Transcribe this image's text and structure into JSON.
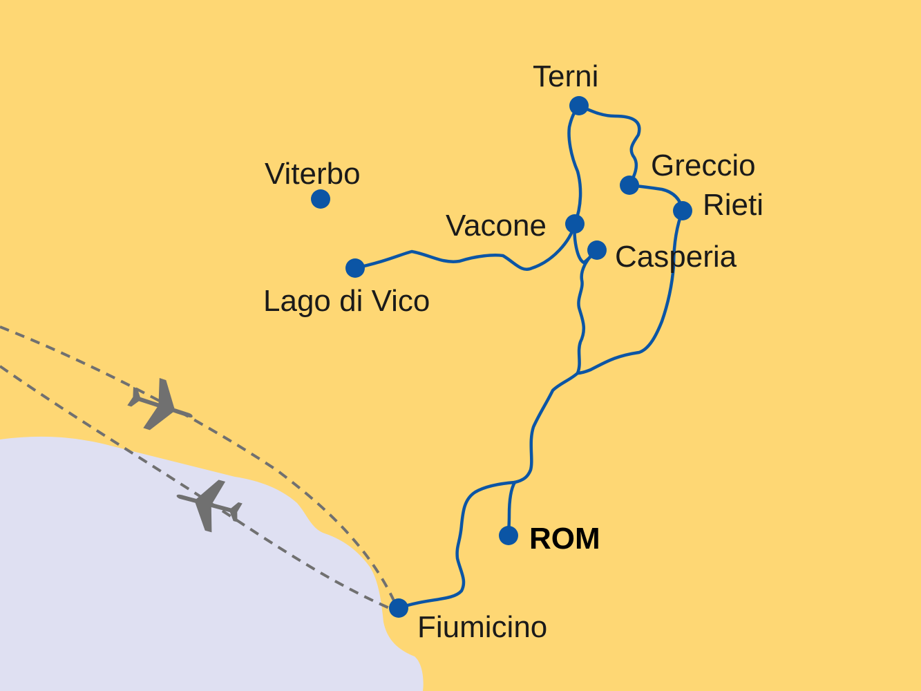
{
  "colors": {
    "land": "#fed774",
    "sea": "#dfe0f2",
    "route": "#0b55a5",
    "dot": "#0b55a5",
    "flight": "#707070",
    "label": "#1a1a1a"
  },
  "places": {
    "terni": "Terni",
    "greccio": "Greccio",
    "rieti": "Rieti",
    "viterbo": "Viterbo",
    "vacone": "Vacone",
    "casperia": "Casperia",
    "lago_di_vico": "Lago di Vico",
    "rom": "ROM",
    "fiumicino": "Fiumicino"
  },
  "icons": {
    "airplane_1": "airplane-icon",
    "airplane_2": "airplane-icon"
  }
}
